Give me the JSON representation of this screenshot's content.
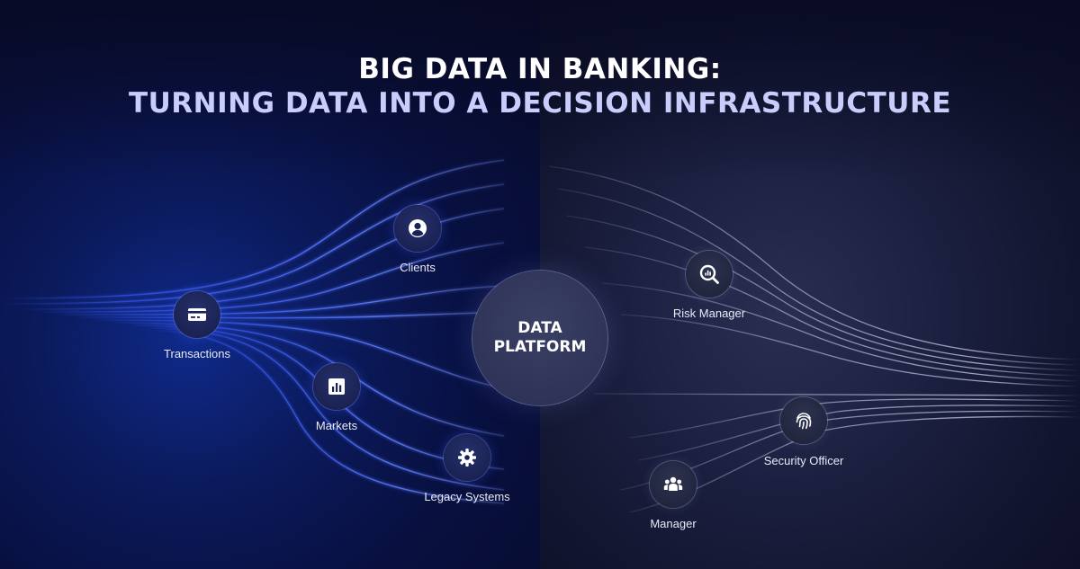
{
  "header": {
    "title_line1": "BIG DATA IN BANKING:",
    "title_line2": "TURNING DATA INTO A DECISION INFRASTRUCTURE"
  },
  "center": {
    "label": "DATA PLATFORM"
  },
  "sources": [
    {
      "label": "Clients",
      "icon": "user-circle-icon"
    },
    {
      "label": "Transactions",
      "icon": "credit-card-icon"
    },
    {
      "label": "Markets",
      "icon": "bar-chart-icon"
    },
    {
      "label": "Legacy Systems",
      "icon": "gear-icon"
    }
  ],
  "consumers": [
    {
      "label": "Risk Manager",
      "icon": "magnifier-chart-icon"
    },
    {
      "label": "Security Officer",
      "icon": "fingerprint-icon"
    },
    {
      "label": "Manager",
      "icon": "users-icon"
    }
  ],
  "colors": {
    "left_background": "#0b1a5c",
    "right_background": "#1d2142",
    "left_flow_lines": "#3b5cff",
    "right_flow_lines": "#c8cbe8",
    "title_line1": "#ffffff",
    "title_line2": "#c9cdfb"
  }
}
